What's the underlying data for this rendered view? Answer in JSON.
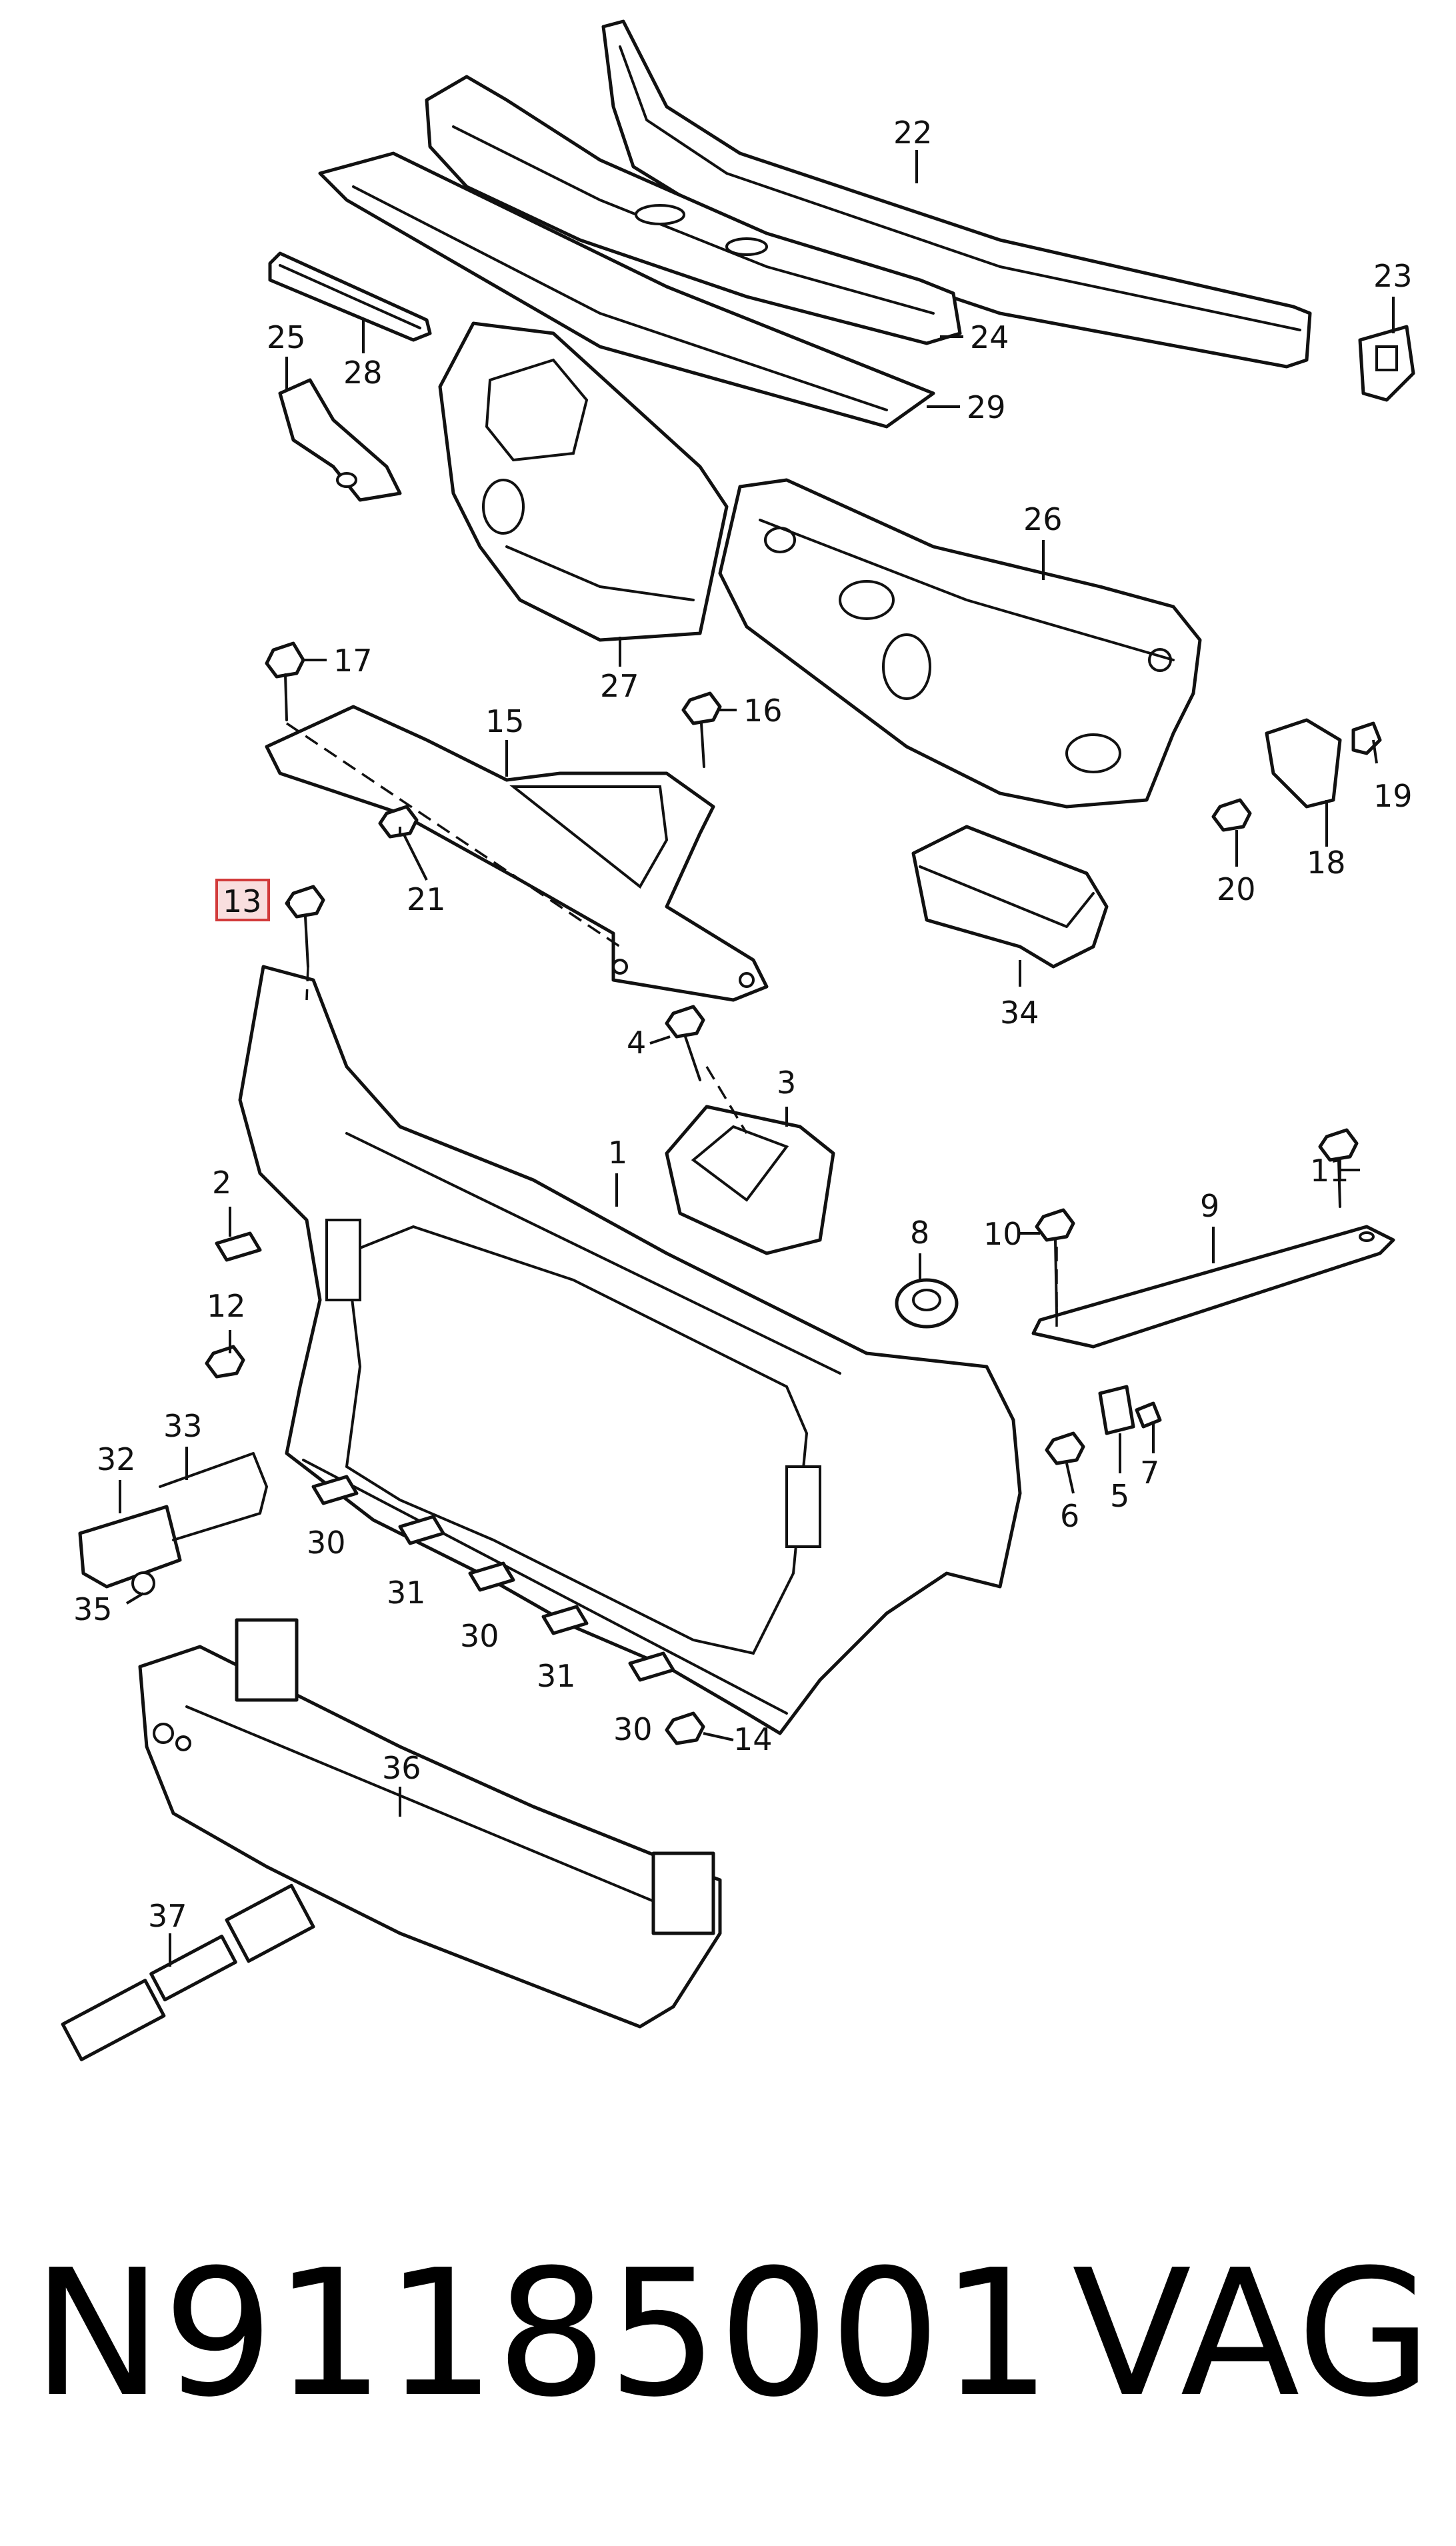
{
  "diagram": {
    "callouts": [
      "1",
      "2",
      "3",
      "4",
      "5",
      "6",
      "7",
      "8",
      "9",
      "10",
      "11",
      "12",
      "13",
      "14",
      "15",
      "16",
      "17",
      "18",
      "19",
      "20",
      "21",
      "22",
      "23",
      "24",
      "25",
      "26",
      "27",
      "28",
      "29",
      "30",
      "30",
      "30",
      "31",
      "31",
      "32",
      "33",
      "34",
      "35",
      "36",
      "37"
    ],
    "highlighted_callout": "13",
    "colors": {
      "line": "#111111",
      "highlight_border": "#d23b3b",
      "highlight_fill": "#f9dede"
    }
  },
  "footer": {
    "part_number": "N91185001",
    "brand": "VAG"
  }
}
